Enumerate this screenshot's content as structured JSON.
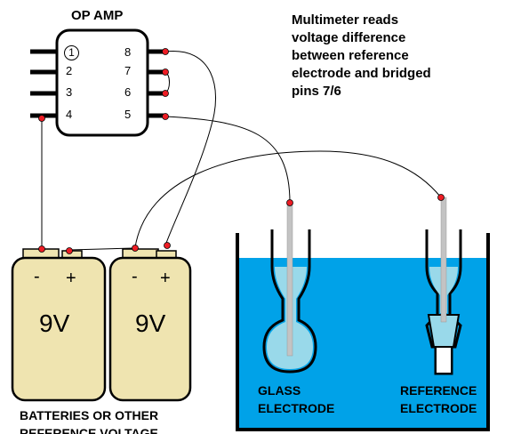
{
  "opamp": {
    "title": "OP AMP",
    "pins_left": [
      "1",
      "2",
      "3",
      "4"
    ],
    "pins_right": [
      "8",
      "7",
      "6",
      "5"
    ]
  },
  "note": {
    "lines": [
      "Multimeter reads",
      "voltage difference",
      "between reference",
      "electrode and bridged",
      "pins 7/6"
    ]
  },
  "batteries": [
    {
      "voltage": "9V",
      "minus": "-",
      "plus": "+"
    },
    {
      "voltage": "9V",
      "minus": "-",
      "plus": "+"
    }
  ],
  "labels": {
    "glass": [
      "GLASS",
      "ELECTRODE"
    ],
    "reference": [
      "REFERENCE",
      "ELECTRODE"
    ],
    "batteries": [
      "BATTERIES OR OTHER",
      "REFERENCE VOLTAGE"
    ]
  },
  "colors": {
    "battery_body": "#efe4b0",
    "solution": "#00a2e8",
    "electrode_fill": "#99d9ea",
    "node": "#ed1c24",
    "wire": "#000000"
  }
}
